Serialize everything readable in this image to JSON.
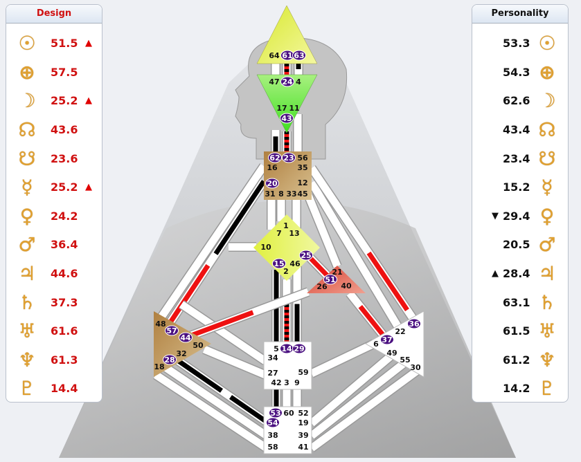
{
  "design": {
    "title": "Design",
    "rows": [
      {
        "planet": "sun-icon",
        "glyph": "☉",
        "value": "51.5",
        "arrow": "▲"
      },
      {
        "planet": "earth-icon",
        "glyph": "⊕",
        "value": "57.5",
        "arrow": ""
      },
      {
        "planet": "moon-icon",
        "glyph": "☽",
        "value": "25.2",
        "arrow": "▲"
      },
      {
        "planet": "north-node-icon",
        "glyph": "☊",
        "value": "43.6",
        "arrow": ""
      },
      {
        "planet": "south-node-icon",
        "glyph": "☋",
        "value": "23.6",
        "arrow": ""
      },
      {
        "planet": "mercury-icon",
        "glyph": "☿",
        "value": "25.2",
        "arrow": "▲"
      },
      {
        "planet": "venus-icon",
        "glyph": "♀",
        "value": "24.2",
        "arrow": ""
      },
      {
        "planet": "mars-icon",
        "glyph": "♂",
        "value": "36.4",
        "arrow": ""
      },
      {
        "planet": "jupiter-icon",
        "glyph": "♃",
        "value": "44.6",
        "arrow": ""
      },
      {
        "planet": "saturn-icon",
        "glyph": "♄",
        "value": "37.3",
        "arrow": ""
      },
      {
        "planet": "uranus-icon",
        "glyph": "♅",
        "value": "61.6",
        "arrow": ""
      },
      {
        "planet": "neptune-icon",
        "glyph": "♆",
        "value": "61.3",
        "arrow": ""
      },
      {
        "planet": "pluto-icon",
        "glyph": "♇",
        "value": "14.4",
        "arrow": ""
      }
    ]
  },
  "personality": {
    "title": "Personality",
    "rows": [
      {
        "planet": "sun-icon",
        "glyph": "☉",
        "value": "53.3",
        "arrow": ""
      },
      {
        "planet": "earth-icon",
        "glyph": "⊕",
        "value": "54.3",
        "arrow": ""
      },
      {
        "planet": "moon-icon",
        "glyph": "☽",
        "value": "62.6",
        "arrow": ""
      },
      {
        "planet": "north-node-icon",
        "glyph": "☊",
        "value": "43.4",
        "arrow": ""
      },
      {
        "planet": "south-node-icon",
        "glyph": "☋",
        "value": "23.4",
        "arrow": ""
      },
      {
        "planet": "mercury-icon",
        "glyph": "☿",
        "value": "15.2",
        "arrow": ""
      },
      {
        "planet": "venus-icon",
        "glyph": "♀",
        "value": "29.4",
        "arrow": "▼"
      },
      {
        "planet": "mars-icon",
        "glyph": "♂",
        "value": "20.5",
        "arrow": ""
      },
      {
        "planet": "jupiter-icon",
        "glyph": "♃",
        "value": "28.4",
        "arrow": "▲"
      },
      {
        "planet": "saturn-icon",
        "glyph": "♄",
        "value": "63.1",
        "arrow": ""
      },
      {
        "planet": "uranus-icon",
        "glyph": "♅",
        "value": "61.5",
        "arrow": ""
      },
      {
        "planet": "neptune-icon",
        "glyph": "♆",
        "value": "61.2",
        "arrow": ""
      },
      {
        "planet": "pluto-icon",
        "glyph": "♇",
        "value": "14.2",
        "arrow": ""
      }
    ]
  },
  "bodygraph": {
    "colors": {
      "design": "#ee1111",
      "personality": "#000000",
      "gate_active": "#4a1080"
    },
    "centers": {
      "head": {
        "gates": [
          "64",
          "61",
          "63"
        ],
        "color": "#e8f060"
      },
      "ajna": {
        "gates": [
          "47",
          "24",
          "4",
          "17",
          "11",
          "43"
        ],
        "color": "#80e840"
      },
      "throat": {
        "gates": [
          "62",
          "23",
          "56",
          "16",
          "35",
          "20",
          "12",
          "31",
          "8",
          "33",
          "45"
        ],
        "color": "#b08850"
      },
      "g": {
        "gates": [
          "1",
          "7",
          "13",
          "10",
          "25",
          "15",
          "46",
          "2"
        ],
        "color": "#e8f060"
      },
      "ego": {
        "gates": [
          "21",
          "51",
          "26",
          "40"
        ],
        "color": "#e06050"
      },
      "spleen": {
        "gates": [
          "48",
          "57",
          "44",
          "50",
          "32",
          "28",
          "18"
        ],
        "color": "#b08850"
      },
      "sacral": {
        "gates": [
          "5",
          "14",
          "29",
          "34",
          "27",
          "59",
          "42",
          "3",
          "9"
        ],
        "color": "#ffffff"
      },
      "root": {
        "gates": [
          "53",
          "60",
          "52",
          "54",
          "19",
          "38",
          "39",
          "58",
          "41"
        ],
        "color": "#ffffff"
      },
      "solar": {
        "gates": [
          "36",
          "22",
          "37",
          "6",
          "49",
          "55",
          "30"
        ],
        "color": "#ffffff"
      }
    },
    "active_gates": [
      "61",
      "63",
      "24",
      "43",
      "62",
      "23",
      "20",
      "25",
      "15",
      "51",
      "57",
      "44",
      "28",
      "14",
      "29",
      "53",
      "54",
      "37",
      "36"
    ]
  }
}
